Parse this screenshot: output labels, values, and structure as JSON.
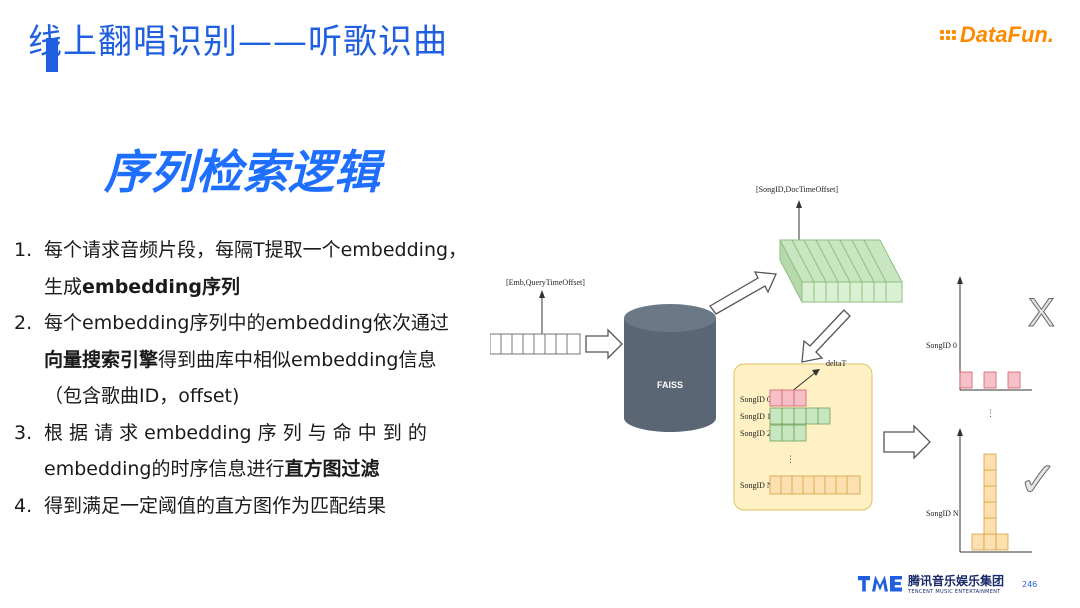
{
  "title": "线上翻唱识别——听歌识曲",
  "logo": {
    "text": "DataFun.",
    "color": "#ff8a00"
  },
  "heading": "序列检索逻辑",
  "steps": [
    {
      "num": "1.",
      "line1": "每个请求音频片段，每隔T提取一个embedding，",
      "line2_pre": "生成",
      "line2_bold": "embedding序列"
    },
    {
      "num": "2.",
      "line1": "每个embedding序列中的embedding依次通过",
      "line2_bold": "向量搜索引擎",
      "line2_post": "得到曲库中相似embedding信息",
      "line3": "（包含歌曲ID，offset)"
    },
    {
      "num": "3.",
      "line1": "根 据 请 求 embedding 序 列 与 命 中 到 的",
      "line2_pre": "embedding的时序信息进行",
      "line2_bold": "直方图过滤"
    },
    {
      "num": "4.",
      "line1": "得到满足一定阈值的直方图作为匹配结果"
    }
  ],
  "diagram": {
    "query_label": "[Emb,QueryTimeOffset]",
    "db_label": "FAISS",
    "result_label": "[SongID,DocTimeOffset]",
    "delta_label": "deltaT",
    "song_rows": [
      "SongID 0",
      "SongID 1",
      "SongID 2",
      "SongID N"
    ],
    "ellipsis": "⋮",
    "hist_top_label": "SongID 0",
    "hist_bottom_label": "SongID N",
    "reject_mark": "X",
    "accept_mark": "✓"
  },
  "footer": {
    "company_cn": "腾讯音乐娱乐集团",
    "company_en": "TENCENT MUSIC ENTERTAINMENT",
    "page": "246",
    "brand_color": "#1f5fe0"
  }
}
